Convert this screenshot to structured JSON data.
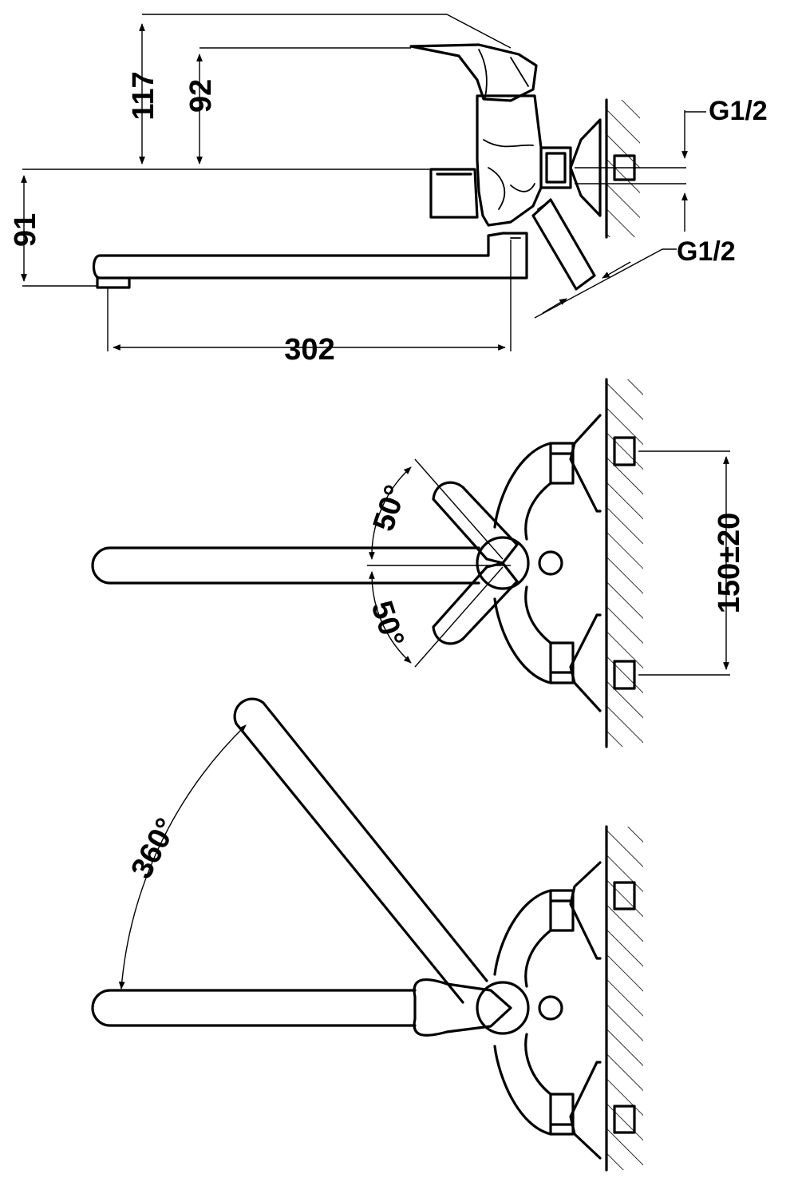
{
  "side_view": {
    "dim_117": "117",
    "dim_92": "92",
    "dim_91": "91",
    "dim_302": "302",
    "thread_top": "G1/2",
    "thread_bottom": "G1/2"
  },
  "top_view_handle": {
    "angle_up": "50°",
    "angle_down": "50°",
    "spacing": "150±20"
  },
  "top_view_spout": {
    "rotation": "360°"
  }
}
